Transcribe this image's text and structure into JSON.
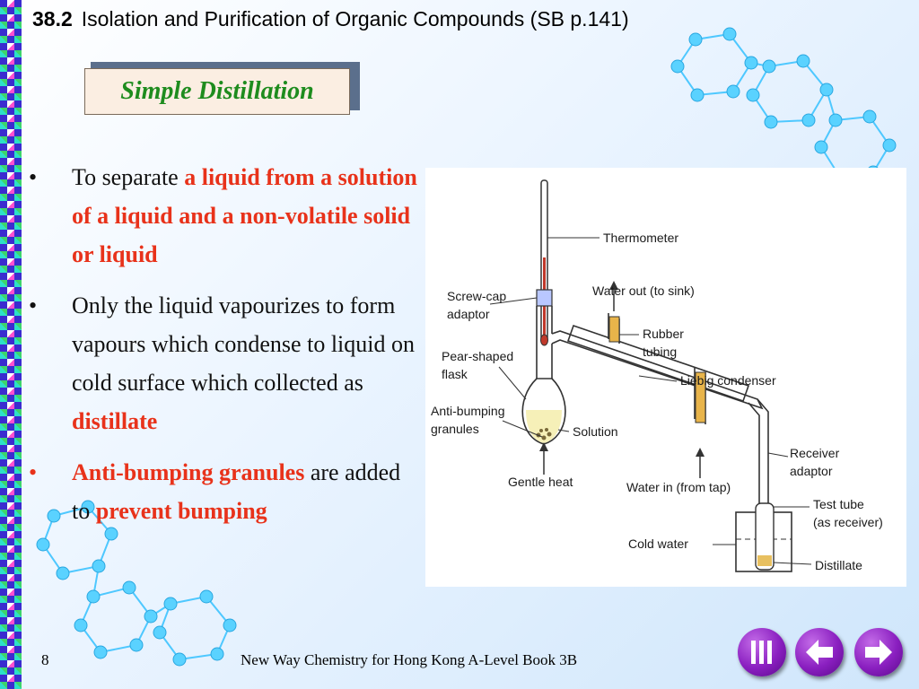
{
  "header": {
    "section_number": "38.2",
    "title": "Isolation and Purification of Organic Compounds (SB p.141)"
  },
  "slide_title": "Simple Distillation",
  "bullets": [
    {
      "plain_before": "To separate ",
      "highlight": "a liquid from a solution of a liquid and a non-volatile solid or liquid"
    },
    {
      "plain_before": "Only the liquid vapourizes to form vapours which condense to liquid on cold surface which collected as ",
      "highlight": "distillate"
    },
    {
      "highlight": "Anti-bumping granules",
      "plain_middle": " are added to ",
      "highlight_end": "prevent bumping"
    }
  ],
  "diagram": {
    "labels": {
      "thermometer": "Thermometer",
      "screw_cap_1": "Screw-cap",
      "screw_cap_2": "adaptor",
      "water_out": "Water out (to sink)",
      "rubber_1": "Rubber",
      "rubber_2": "tubing",
      "pear_1": "Pear-shaped",
      "pear_2": "flask",
      "liebig": "Liebig condenser",
      "anti_1": "Anti-bumping",
      "anti_2": "granules",
      "solution": "Solution",
      "receiver_1": "Receiver",
      "receiver_2": "adaptor",
      "gentle_heat": "Gentle heat",
      "water_in": "Water in (from tap)",
      "test_tube_1": "Test tube",
      "test_tube_2": "(as receiver)",
      "cold_water": "Cold water",
      "distillate": "Distillate"
    }
  },
  "footer": {
    "page_number": "8",
    "book": "New Way Chemistry for Hong Kong A-Level Book 3B"
  },
  "nav": {
    "first_icon": "first-slide-icon",
    "prev_icon": "previous-arrow-icon",
    "next_icon": "next-arrow-icon"
  },
  "colors": {
    "accent_red": "#e8321a",
    "title_green": "#1e8c1e",
    "nav_purple": "#8a1fc0"
  }
}
